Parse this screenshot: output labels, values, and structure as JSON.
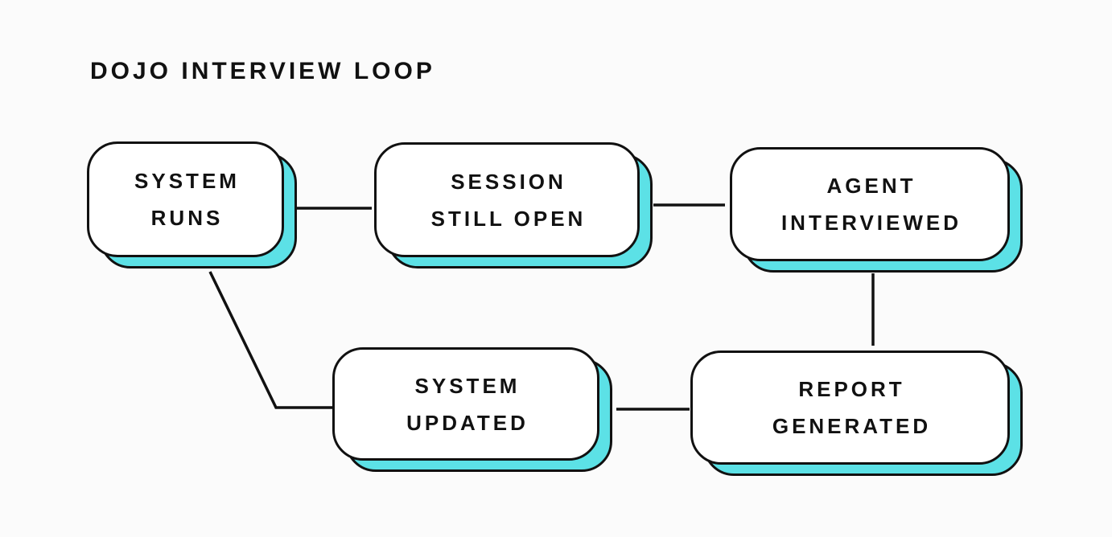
{
  "title": "DOJO INTERVIEW LOOP",
  "colors": {
    "background": "#FBFBFB",
    "node_fill": "#FFFFFF",
    "node_border": "#111111",
    "node_shadow": "#5CE1E6",
    "text": "#111111"
  },
  "nodes": [
    {
      "id": "system-runs",
      "line1": "SYSTEM",
      "line2": "RUNS"
    },
    {
      "id": "session-still-open",
      "line1": "SESSION",
      "line2": "STILL OPEN"
    },
    {
      "id": "agent-interviewed",
      "line1": "AGENT",
      "line2": "INTERVIEWED"
    },
    {
      "id": "report-generated",
      "line1": "REPORT",
      "line2": "GENERATED"
    },
    {
      "id": "system-updated",
      "line1": "SYSTEM",
      "line2": "UPDATED"
    }
  ],
  "edges": [
    {
      "from": "system-runs",
      "to": "session-still-open"
    },
    {
      "from": "session-still-open",
      "to": "agent-interviewed"
    },
    {
      "from": "agent-interviewed",
      "to": "report-generated"
    },
    {
      "from": "report-generated",
      "to": "system-updated"
    },
    {
      "from": "system-updated",
      "to": "system-runs"
    }
  ]
}
